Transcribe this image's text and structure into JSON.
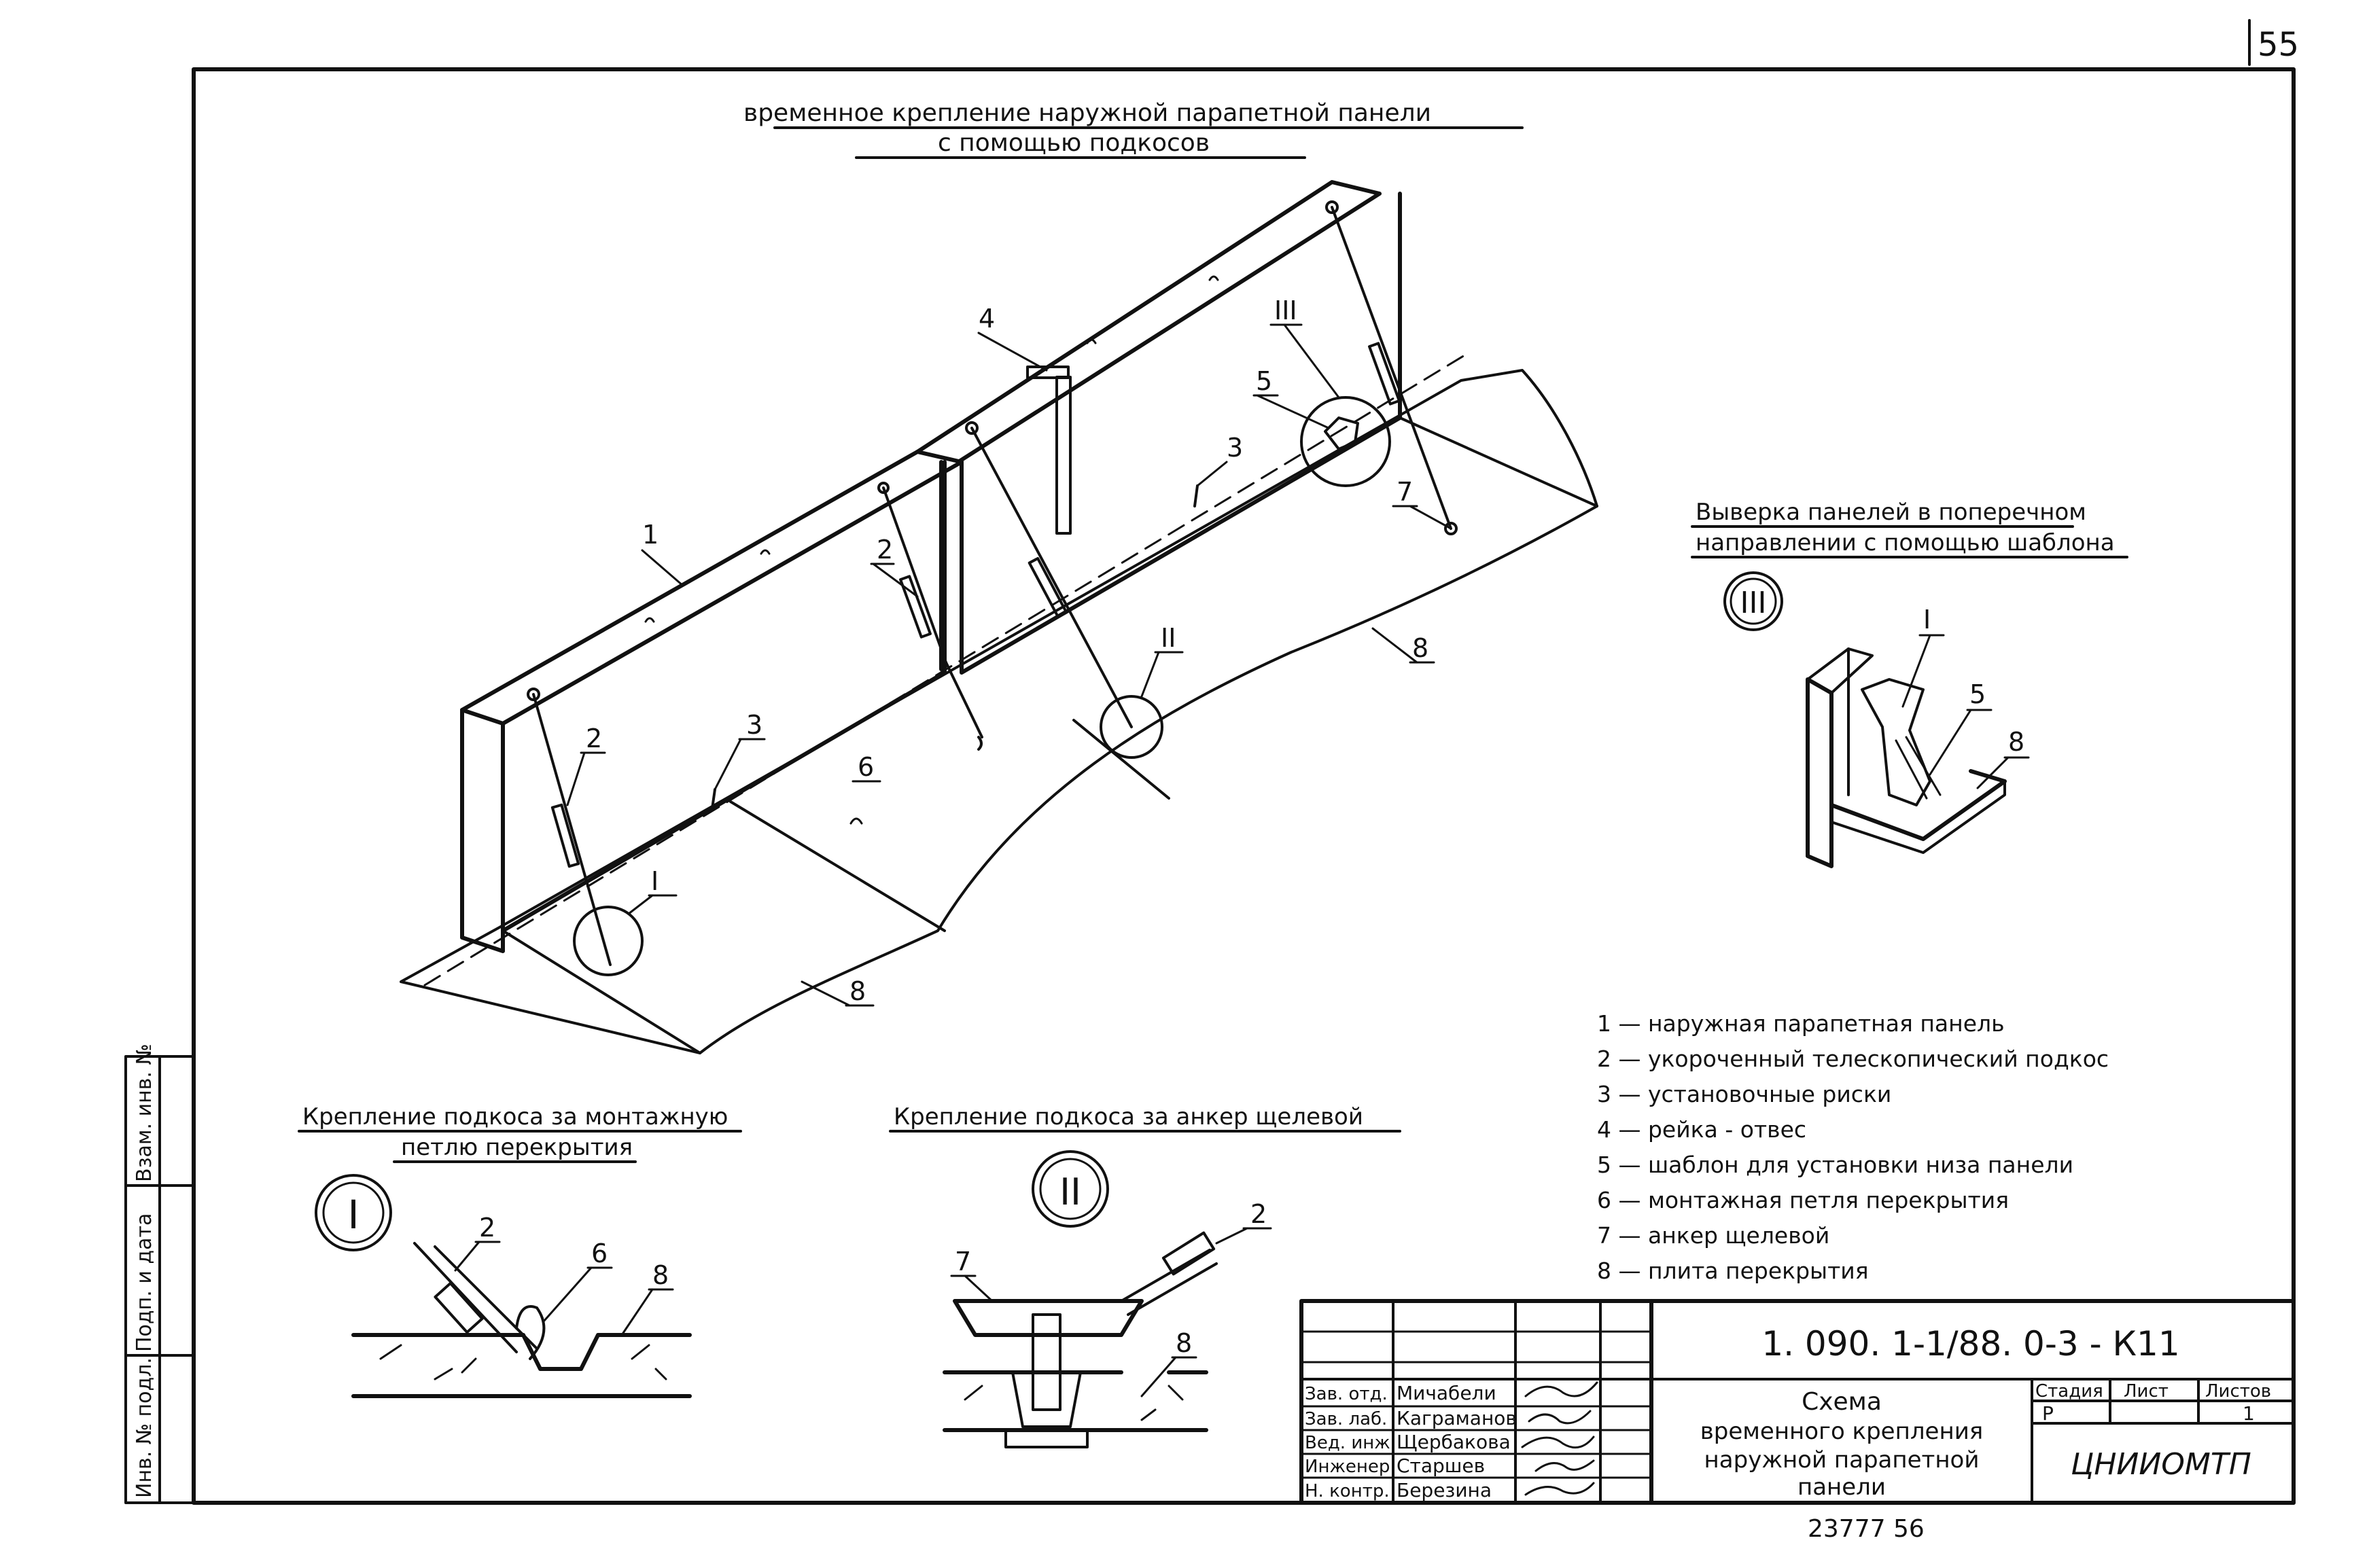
{
  "sheet_number": "55",
  "title_main": [
    "временное крепление наружной парапетной панели",
    "с помощью подкосов"
  ],
  "title_alignment": [
    "Выверка панелей в поперечном",
    "направлении с помощью шаблона"
  ],
  "title_detail_1": [
    "Крепление подкоса за монтажную",
    "петлю перекрытия"
  ],
  "title_detail_2": "Крепление подкоса за анкер щелевой",
  "roman": {
    "I": "I",
    "II": "II",
    "III": "III"
  },
  "callouts": {
    "n1": "1",
    "n2": "2",
    "n3": "3",
    "n4": "4",
    "n5": "5",
    "n6": "6",
    "n7": "7",
    "n8": "8"
  },
  "legend": [
    "1 — наружная парапетная панель",
    "2 — укороченный телескопический подкос",
    "3 — установочные риски",
    "4 — рейка - отвес",
    "5 — шаблон для установки низа панели",
    "6 — монтажная петля перекрытия",
    "7 — анкер щелевой",
    "8 — плита перекрытия"
  ],
  "side_stamp": [
    "Инв. № подл.",
    "Подп. и дата",
    "Взам. инв. №"
  ],
  "title_block": {
    "code": "1. 090. 1-1/88. 0-3 - К11",
    "name": [
      "Схема",
      "временного крепления",
      "наружной парапетной",
      "панели"
    ],
    "stage_label": "Стадия",
    "sheet_label": "Лист",
    "sheets_label": "Листов",
    "stage": "Р",
    "sheets": "1",
    "org": "ЦНИИОМТП",
    "roles": [
      {
        "role": "Зав. отд.",
        "name": "Мичабели"
      },
      {
        "role": "Зав. лаб.",
        "name": "Каграманов"
      },
      {
        "role": "Вед. инж.",
        "name": "Щербакова"
      },
      {
        "role": "Инженер",
        "name": "Старшев"
      },
      {
        "role": "Н. контр.",
        "name": "Березина"
      }
    ]
  },
  "archive_number": "23777   56"
}
